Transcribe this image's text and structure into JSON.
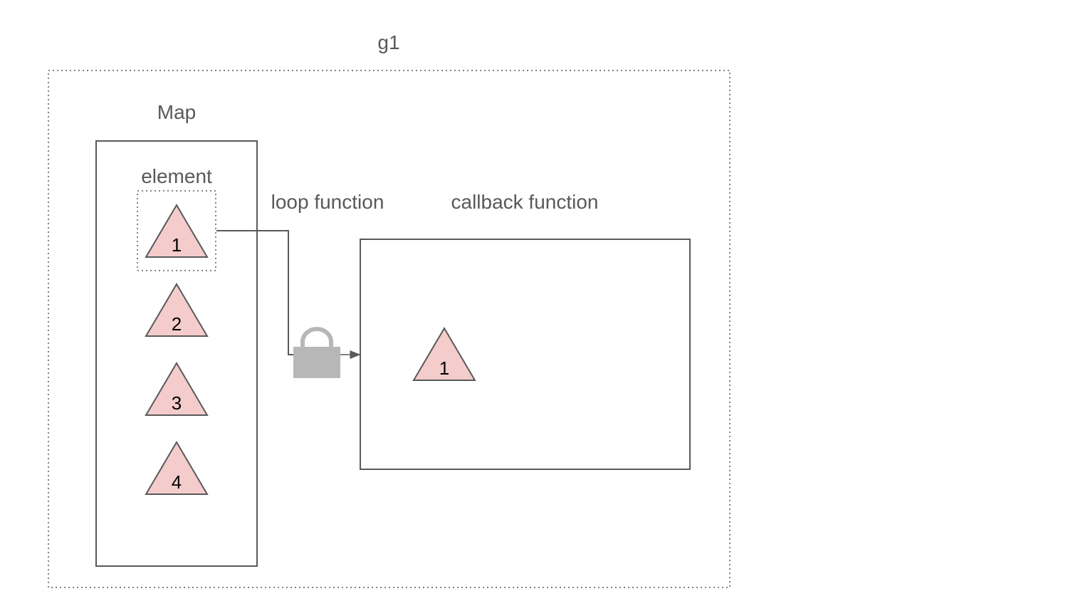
{
  "group": {
    "label": "g1"
  },
  "map": {
    "label": "Map",
    "element_label": "element",
    "items": [
      "1",
      "2",
      "3",
      "4"
    ]
  },
  "loop": {
    "label": "loop function"
  },
  "callback": {
    "label": "callback function",
    "item": "1"
  },
  "icons": {
    "lock": "lock-icon"
  },
  "colors": {
    "stroke": "#595959",
    "triangle_fill": "#f4cccc",
    "lock_fill": "#b7b7b7",
    "text": "#595959"
  }
}
